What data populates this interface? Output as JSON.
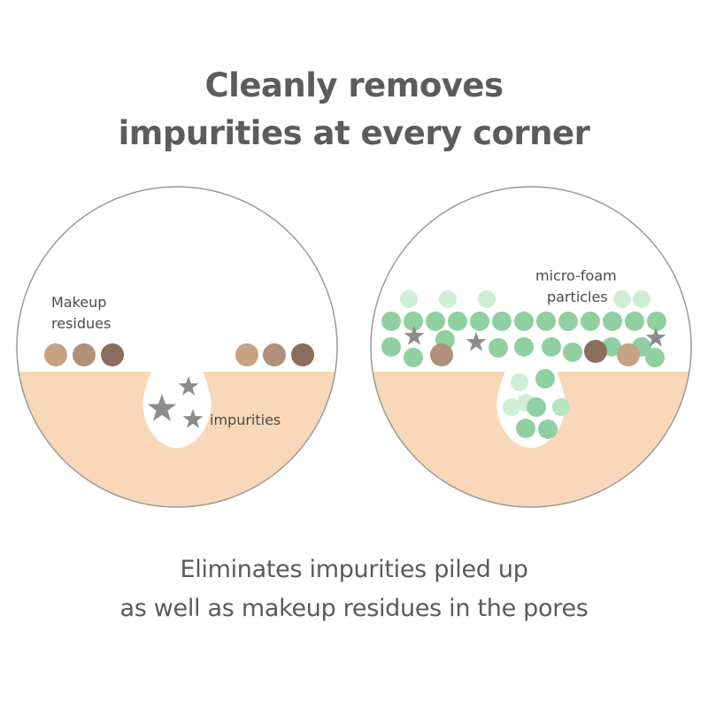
{
  "headline": {
    "line1": "Cleanly removes",
    "line2": "impurities at every corner"
  },
  "left_panel": {
    "label_makeup_line1": "Makeup",
    "label_makeup_line2": "residues",
    "label_impurities": "impurities"
  },
  "right_panel": {
    "label_foam_line1": "micro-foam",
    "label_foam_line2": "particles"
  },
  "footer": {
    "line1": "Eliminates impurities piled up",
    "line2": "as well as makeup residues in the pores"
  },
  "colors": {
    "skin": "#f8d8b8",
    "circle_outline": "#9a9a9a",
    "foam_green": "#8fd0a0",
    "foam_light": "#cfeed6",
    "makeup_light": "#c8a283",
    "makeup_mid": "#b0907a",
    "makeup_dark": "#8a6e5c",
    "star": "#8c8c8c"
  }
}
